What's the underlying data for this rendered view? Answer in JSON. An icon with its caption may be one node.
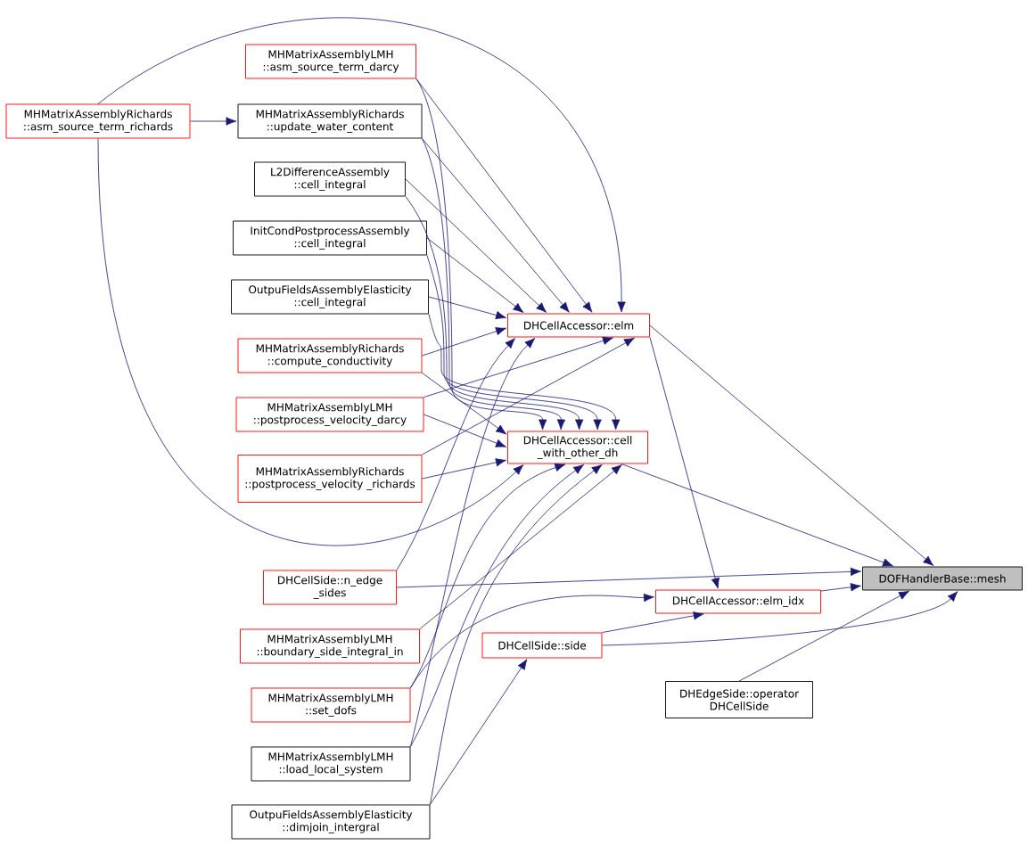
{
  "diagram": {
    "nodes": [
      {
        "text": [
          "MHMatrixAssemblyRichards ::asm_source_term_richards"
        ]
      },
      {
        "text": [
          "MHMatrixAssemblyLMH ::asm_source_term_darcy"
        ]
      },
      {
        "text": [
          "MHMatrixAssemblyRichards ::update_water_content"
        ]
      },
      {
        "text": [
          "L2DifferenceAssembly ::cell_integral"
        ]
      },
      {
        "text": [
          "InitCondPostprocessAssembly ::cell_integral"
        ]
      },
      {
        "text": [
          "OutpuFieldsAssemblyElasticity ::cell_integral"
        ]
      },
      {
        "text": [
          "MHMatrixAssemblyRichards ::compute_conductivity"
        ]
      },
      {
        "text": [
          "MHMatrixAssemblyLMH ::postprocess_velocity_darcy"
        ]
      },
      {
        "text": [
          "MHMatrixAssemblyRichards ::postprocess_velocity _richards"
        ]
      },
      {
        "text": [
          "DHCellSide::n_edge _sides"
        ]
      },
      {
        "text": [
          "MHMatrixAssemblyLMH ::boundary_side_integral_in"
        ]
      },
      {
        "text": [
          "MHMatrixAssemblyLMH ::set_dofs"
        ]
      },
      {
        "text": [
          "MHMatrixAssemblyLMH ::load_local_system"
        ]
      },
      {
        "text": [
          "OutpuFieldsAssemblyElasticity ::dimjoin_intergral"
        ]
      },
      {
        "text": [
          "DHCellAccessor::elm"
        ]
      },
      {
        "text": [
          "DHCellAccessor::cell _with_other_dh"
        ]
      },
      {
        "text": [
          "DHCellSide::side"
        ]
      },
      {
        "text": [
          "DHCellAccessor::elm_idx"
        ]
      },
      {
        "text": [
          "DHEdgeSide::operator DHCellSide"
        ]
      },
      {
        "text": [
          "DOFHandlerBase::mesh"
        ]
      }
    ],
    "edges": [
      {
        "from": 0,
        "to": 2,
        "arrow": "to"
      },
      {
        "from": 0,
        "to": 14,
        "arrow": "to"
      },
      {
        "from": 0,
        "to": 15,
        "arrow": "to"
      },
      {
        "from": 1,
        "to": 14,
        "arrow": "to"
      },
      {
        "from": 1,
        "to": 15,
        "arrow": "to"
      },
      {
        "from": 2,
        "to": 14,
        "arrow": "to"
      },
      {
        "from": 2,
        "to": 15,
        "arrow": "to"
      },
      {
        "from": 3,
        "to": 14,
        "arrow": "to"
      },
      {
        "from": 3,
        "to": 15,
        "arrow": "to"
      },
      {
        "from": 4,
        "to": 14,
        "arrow": "to"
      },
      {
        "from": 4,
        "to": 15,
        "arrow": "to"
      },
      {
        "from": 5,
        "to": 14,
        "arrow": "to"
      },
      {
        "from": 5,
        "to": 15,
        "arrow": "to"
      },
      {
        "from": 6,
        "to": 14,
        "arrow": "to"
      },
      {
        "from": 6,
        "to": 15,
        "arrow": "to"
      },
      {
        "from": 7,
        "to": 14,
        "arrow": "to"
      },
      {
        "from": 7,
        "to": 15,
        "arrow": "to"
      },
      {
        "from": 8,
        "to": 14,
        "arrow": "to"
      },
      {
        "from": 8,
        "to": 15,
        "arrow": "to"
      },
      {
        "from": 9,
        "to": 14,
        "arrow": "to"
      },
      {
        "from": 9,
        "to": 19,
        "arrow": "to"
      },
      {
        "from": 10,
        "to": 15,
        "arrow": "to"
      },
      {
        "from": 11,
        "to": 15,
        "arrow": "to"
      },
      {
        "from": 11,
        "to": 17,
        "arrow": "to"
      },
      {
        "from": 12,
        "to": 14,
        "arrow": "to"
      },
      {
        "from": 12,
        "to": 15,
        "arrow": "to"
      },
      {
        "from": 13,
        "to": 15,
        "arrow": "to"
      },
      {
        "from": 13,
        "to": 16,
        "arrow": "to"
      },
      {
        "from": 14,
        "to": 17,
        "arrow": "to"
      },
      {
        "from": 14,
        "to": 19,
        "arrow": "to"
      },
      {
        "from": 15,
        "to": 19,
        "arrow": "to"
      },
      {
        "from": 16,
        "to": 17,
        "arrow": "to"
      },
      {
        "from": 16,
        "to": 19,
        "arrow": "to"
      },
      {
        "from": 17,
        "to": 19,
        "arrow": "to"
      },
      {
        "from": 18,
        "to": 19,
        "arrow": "to"
      }
    ]
  }
}
